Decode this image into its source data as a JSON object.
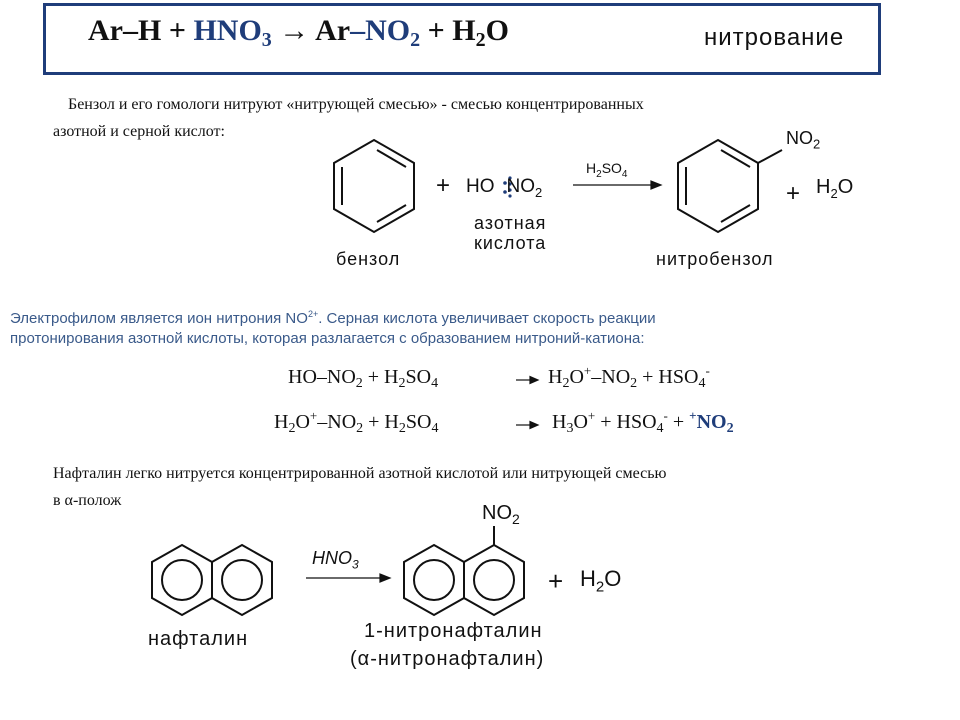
{
  "header": {
    "eq_ar1": "Ar",
    "eq_dash1": "–H",
    "eq_plus1": "+",
    "eq_hno": "HNO",
    "eq_hno_sub": "3",
    "eq_arrow": "→",
    "eq_ar2": "Ar",
    "eq_dash2": "–NO",
    "eq_no_sub": "2",
    "eq_plus2": "+",
    "eq_h": "H",
    "eq_h_sub": "2",
    "eq_o": "O",
    "label": "нитрование"
  },
  "intro": {
    "line1": "Бензол и его гомологи нитруют «нитрующей смесью» - смесью  концентрированных",
    "line2": "азотной и серной кислот:"
  },
  "benzene_reaction": {
    "plus1": "+",
    "ho": "HO",
    "no2": "NO",
    "no2_sub": "2",
    "catalyst": "H",
    "catalyst_sub1": "2",
    "catalyst_mid": "SO",
    "catalyst_sub2": "4",
    "product_no2": "NO",
    "product_no2_sub": "2",
    "plus2": "+",
    "water_h": "H",
    "water_sub": "2",
    "water_o": "O",
    "label_benzene": "бензол",
    "label_acid_1": "азотная",
    "label_acid_2": "кислота",
    "label_product": "нитробензол"
  },
  "electrophile": {
    "line1_a": "Электрофилом является ион нитрония NO",
    "line1_sup": "2+",
    "line1_b": ". Серная кислота увеличивает скорость реакции",
    "line2": "протонирования азотной кислоты, которая разлагается с образованием нитроний-катиона:"
  },
  "equations": {
    "eq1": {
      "a": "HO–NO",
      "a_sub": "2",
      "b": " + H",
      "b_sub": "2",
      "c": "SO",
      "c_sub": "4",
      "arrow": "→",
      "d": "H",
      "d_sub": "2",
      "e": "O",
      "e_sup": "+",
      "f": "–NO",
      "f_sub": "2",
      "g": " + HSO",
      "g_sub": "4",
      "g_sup": "-"
    },
    "eq2": {
      "a": "H",
      "a_sub": "2",
      "b": "O",
      "b_sup": "+",
      "c": "–NO",
      "c_sub": "2",
      "d": " + H",
      "d_sub": "2",
      "e": "SO",
      "e_sub": "4",
      "arrow": "→",
      "f": "H",
      "f_sub": "3",
      "g": "O",
      "g_sup": "+",
      "h": " + HSO",
      "h_sub": "4",
      "h_sup": "-",
      "i": " + ",
      "i_sup": "+",
      "j": "NO",
      "j_sub": "2"
    }
  },
  "naphthalene": {
    "line1": "Нафталин легко нитруется концентрированной азотной кислотой или нитрующей смесью",
    "line2": "в α-полож",
    "reagent": "HNO",
    "reagent_sub": "3",
    "product_no2": "NO",
    "product_no2_sub": "2",
    "plus": "+",
    "water_h": "H",
    "water_sub": "2",
    "water_o": "O",
    "label_naphthalene": "нафталин",
    "label_product_1": "1-нитронафталин",
    "label_product_2": "(α-нитронафталин)"
  },
  "colors": {
    "navy": "#1f3d7a",
    "electrophile_text": "#3a5a8a",
    "text": "#111111"
  }
}
